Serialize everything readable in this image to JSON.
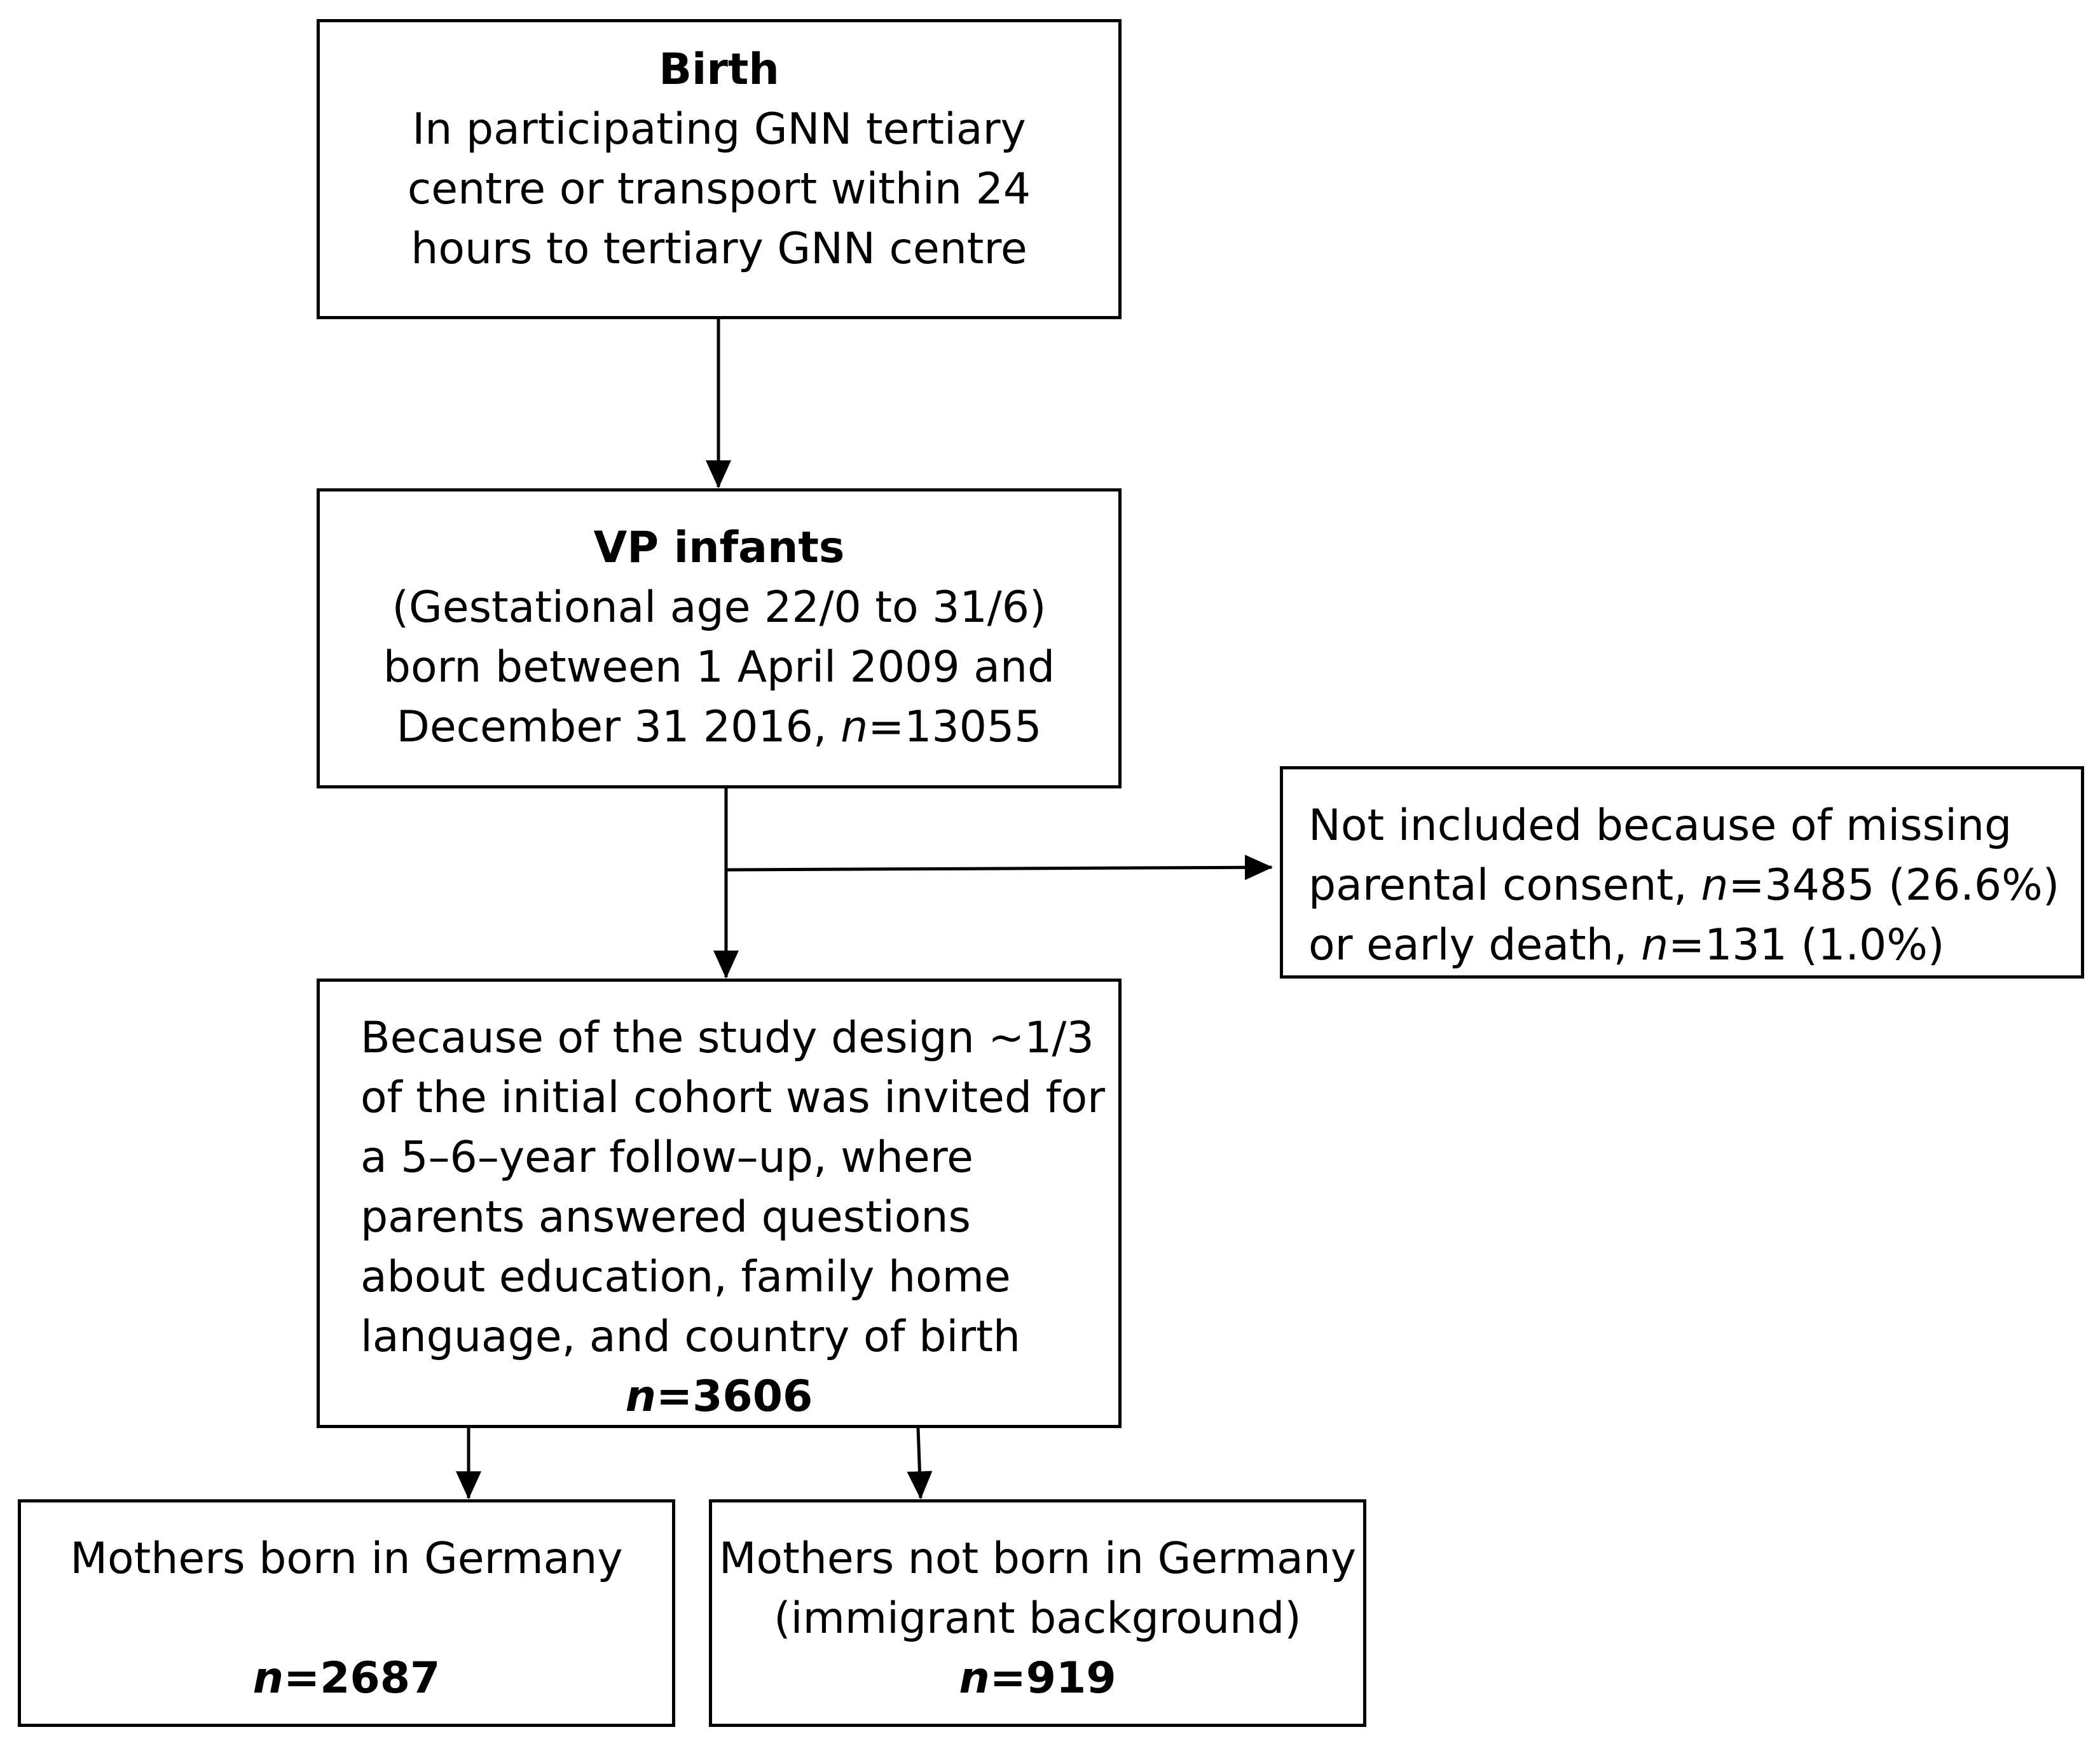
{
  "flowchart": {
    "birth": {
      "title": "Birth",
      "lines": [
        "In participating GNN tertiary",
        "centre or transport within 24",
        "hours to tertiary GNN centre"
      ]
    },
    "vp_infants": {
      "title": "VP infants",
      "lines": [
        "(Gestational age 22/0 to 31/6)",
        "born between 1 April 2009 and"
      ],
      "last_line_prefix": "December 31 2016, ",
      "n_label": "n",
      "n_value": "=13055"
    },
    "excluded": {
      "line1": "Not included because of missing",
      "line2_prefix": "parental consent, ",
      "line2_n": "n",
      "line2_value": "=3485 (26.6%)",
      "line3_prefix": "or early death, ",
      "line3_n": "n",
      "line3_value": "=131 (1.0%)"
    },
    "followup": {
      "lines": [
        "Because of the study design ~1/3",
        "of the initial cohort was invited for",
        "a 5–6–year follow–up, where",
        "parents answered questions",
        "about education, family home",
        "language, and country of birth"
      ],
      "n_label": "n",
      "n_value": "=3606"
    },
    "germany": {
      "title": "Mothers born in Germany",
      "n_label": "n",
      "n_value": "=2687"
    },
    "immigrant": {
      "title": "Mothers not born in Germany",
      "subtitle": "(immigrant background)",
      "n_label": "n",
      "n_value": "=919"
    }
  }
}
